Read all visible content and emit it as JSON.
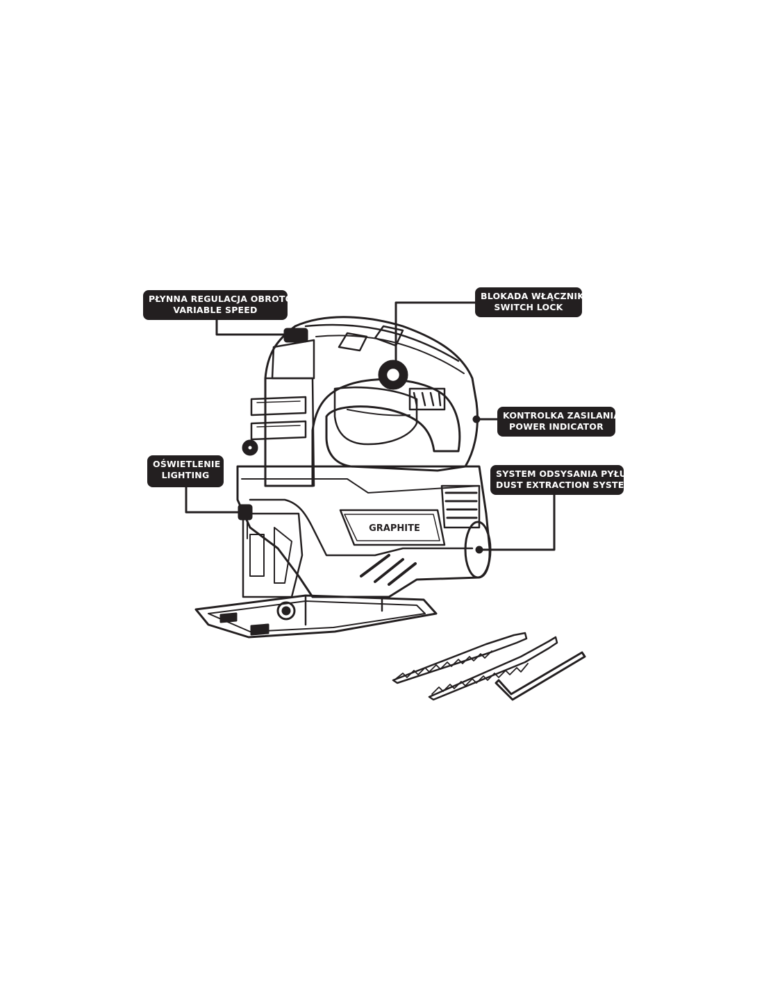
{
  "callouts": {
    "variable_speed": {
      "line1": "PŁYNNA REGULACJA OBROTÓW",
      "line2": "VARIABLE SPEED"
    },
    "switch_lock": {
      "line1": "BLOKADA WŁĄCZNIKA",
      "line2": "SWITCH LOCK"
    },
    "power_indicator": {
      "line1": "KONTROLKA ZASILANIA",
      "line2": "POWER INDICATOR"
    },
    "lighting": {
      "line1": "OŚWIETLENIE",
      "line2": "LIGHTING"
    },
    "dust_extraction": {
      "line1": "SYSTEM ODSYSANIA PYŁU",
      "line2": "DUST EXTRACTION SYSTEM"
    }
  },
  "product": {
    "brand": "GRAPHITE"
  },
  "colors": {
    "ink": "#231f20",
    "background": "#ffffff",
    "label_text": "#ffffff"
  },
  "accessories": [
    "saw-blade",
    "saw-blade",
    "hex-key"
  ]
}
